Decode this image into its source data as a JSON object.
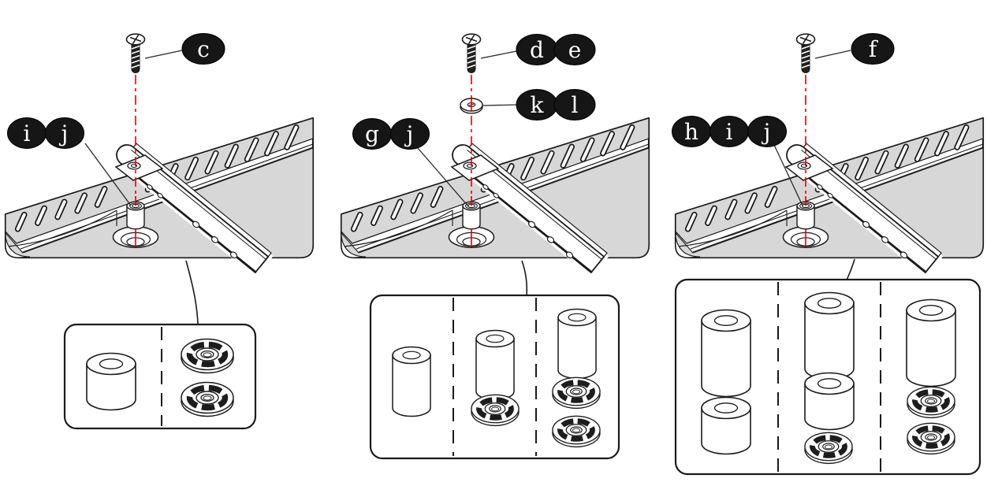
{
  "title": "tv-bracket-spacer-assembly-diagram",
  "colors": {
    "centerline_red": "#e60000",
    "tv_gray": "#d7d7d7",
    "badge_black": "#161616",
    "badge_letter_white": "#ffffff",
    "outline_black": "#1a1a1a"
  },
  "panels": [
    {
      "name": "option-1",
      "screw_callouts": [
        "c"
      ],
      "washer_callouts": [],
      "spacer_callouts": [
        "i",
        "j"
      ],
      "inset_columns": [
        {
          "parts": [
            "short-wide-cylinder-spacer"
          ]
        },
        {
          "parts": [
            "finned-round-spacer",
            "finned-round-spacer"
          ]
        }
      ]
    },
    {
      "name": "option-2",
      "screw_callouts": [
        "d",
        "e"
      ],
      "washer_callouts": [
        "k",
        "l"
      ],
      "spacer_callouts": [
        "g",
        "j"
      ],
      "inset_columns": [
        {
          "parts": [
            "narrow-cylinder-spacer"
          ]
        },
        {
          "parts": [
            "narrow-cylinder-spacer",
            "finned-round-spacer"
          ]
        },
        {
          "parts": [
            "narrow-cylinder-spacer",
            "finned-round-spacer",
            "finned-round-spacer"
          ]
        }
      ]
    },
    {
      "name": "option-3",
      "screw_callouts": [
        "f"
      ],
      "washer_callouts": [],
      "spacer_callouts": [
        "h",
        "i",
        "j"
      ],
      "inset_columns": [
        {
          "parts": [
            "tall-wide-cylinder-spacer",
            "short-wide-cylinder-spacer"
          ]
        },
        {
          "parts": [
            "tall-wide-cylinder-spacer",
            "short-wide-cylinder-spacer",
            "finned-round-spacer"
          ]
        },
        {
          "parts": [
            "tall-wide-cylinder-spacer",
            "finned-round-spacer",
            "finned-round-spacer"
          ]
        }
      ]
    }
  ]
}
